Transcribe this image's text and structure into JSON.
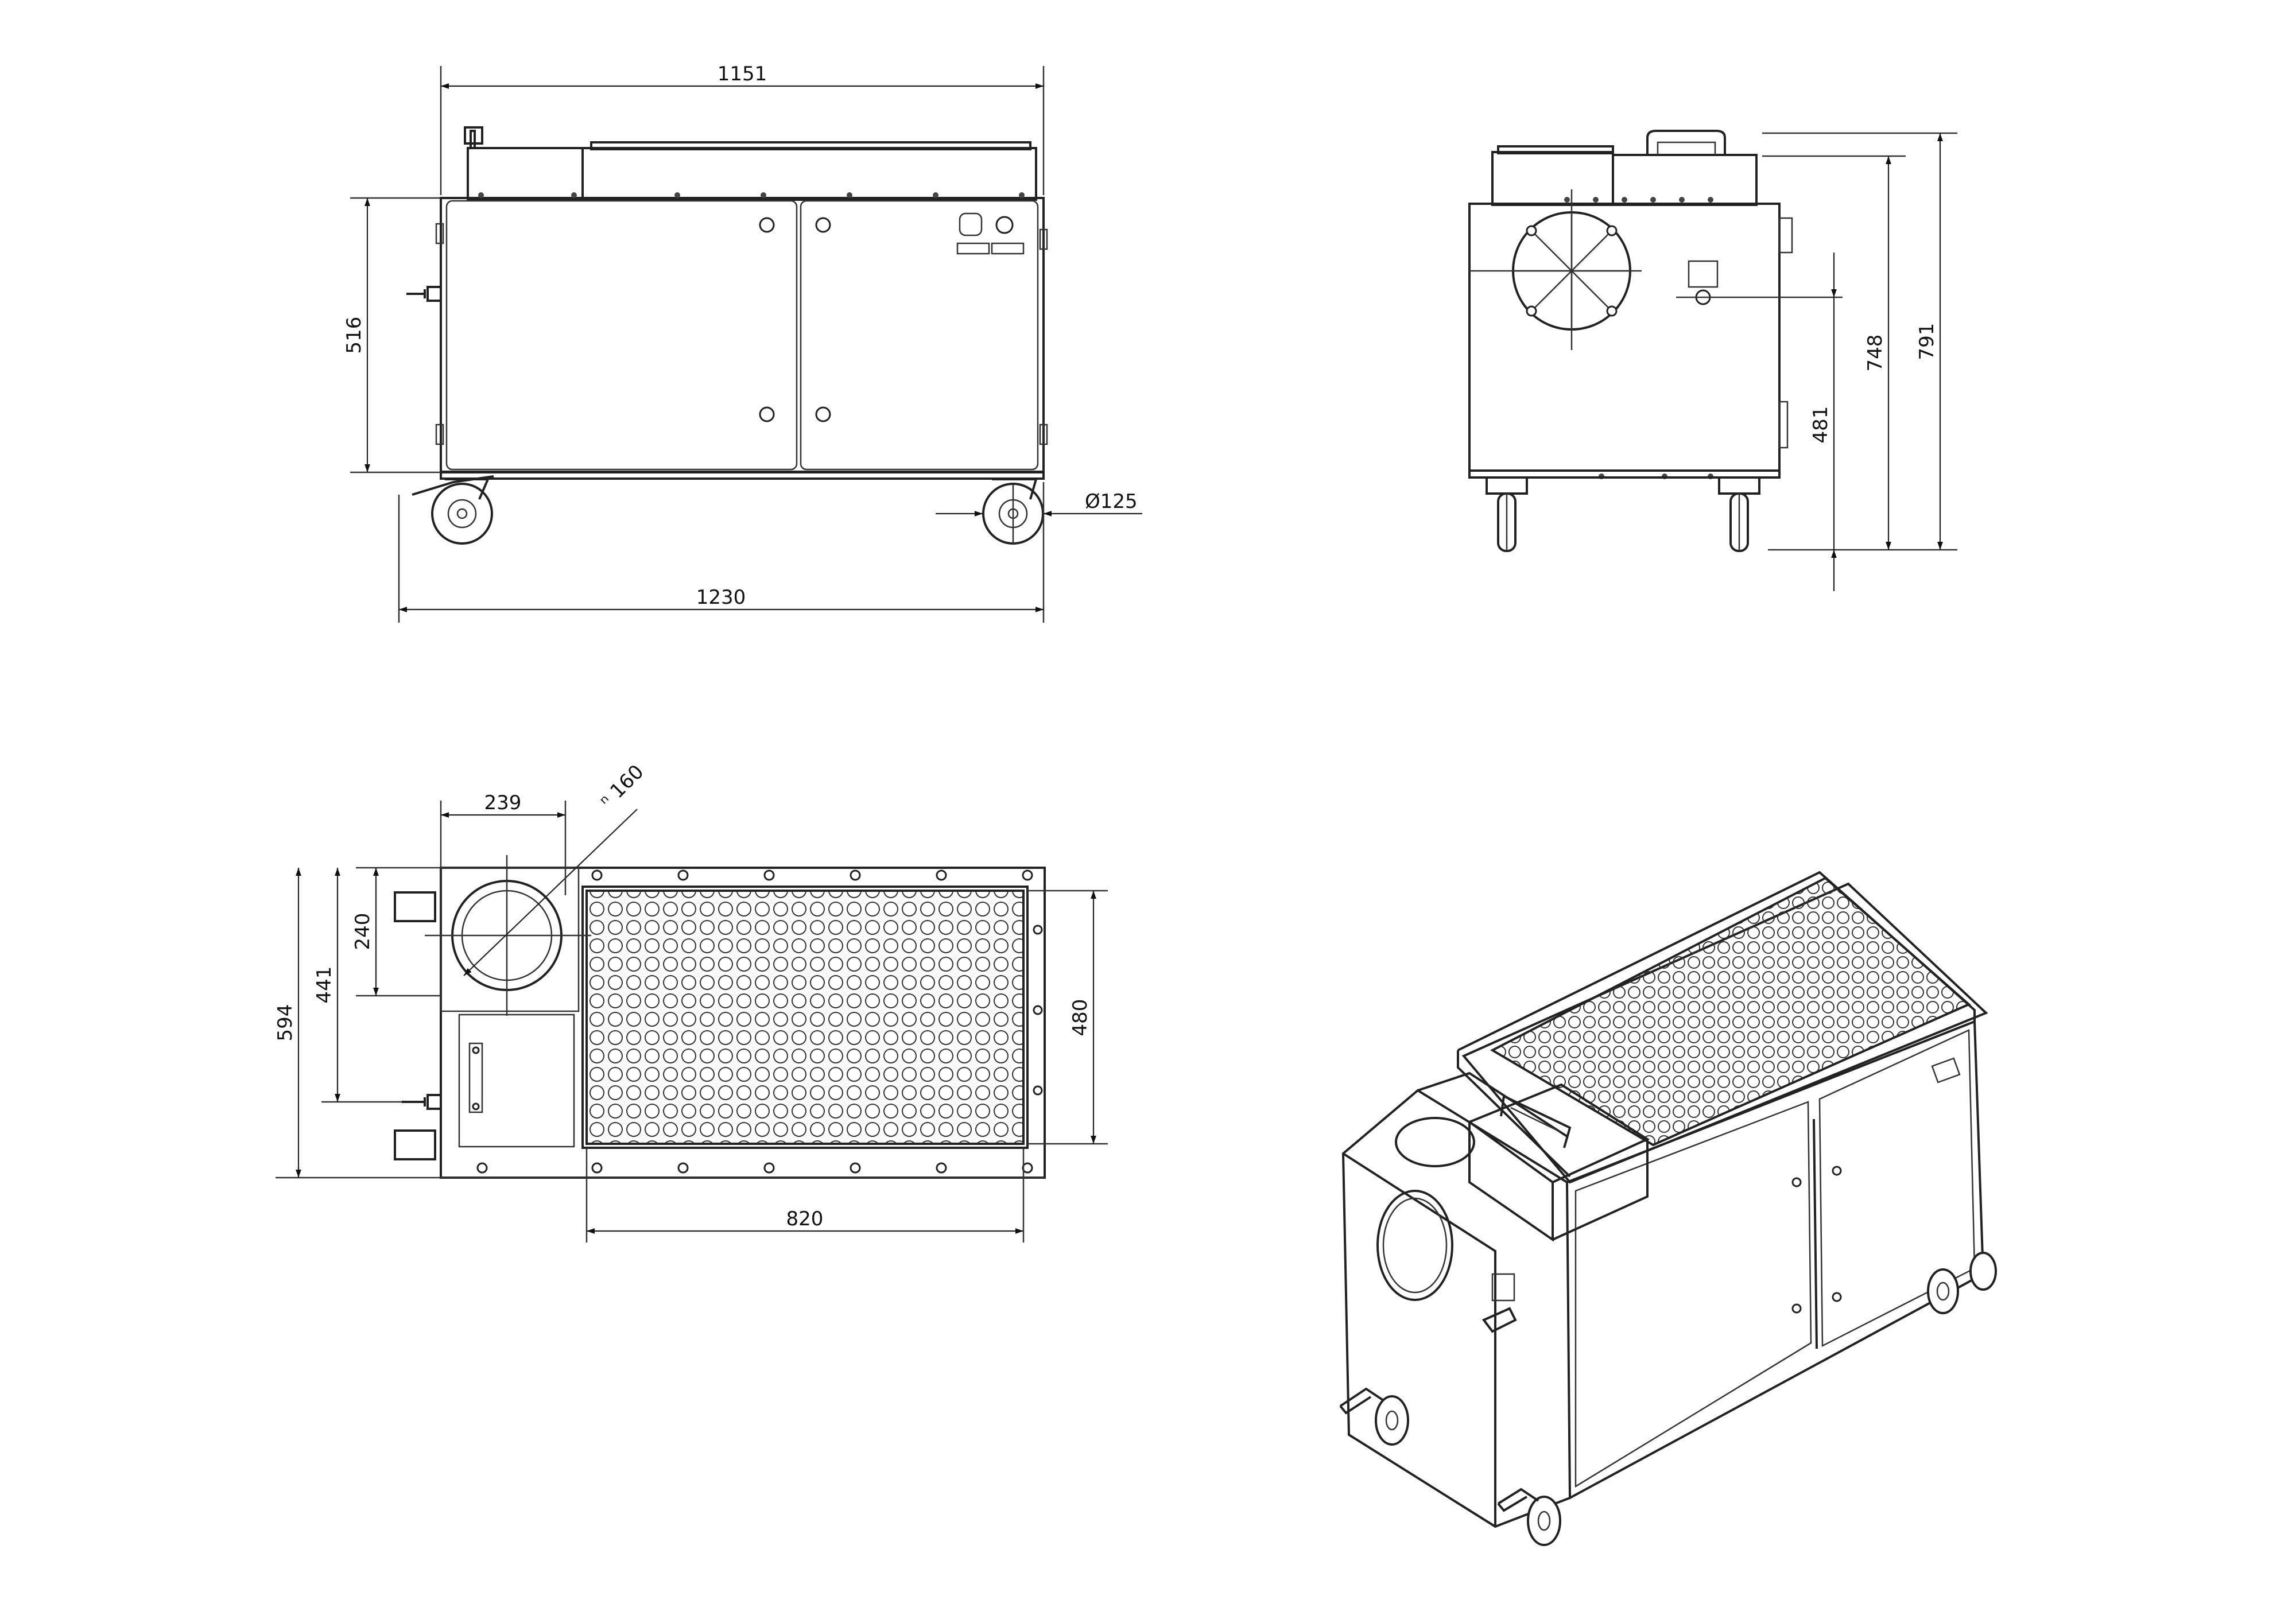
{
  "views": {
    "front": {
      "width_top": "1151",
      "height_body": "516",
      "wheel_diameter": "Ø125",
      "width_total": "1230"
    },
    "side": {
      "height_481": "481",
      "height_748": "748",
      "height_791": "791"
    },
    "top": {
      "width_239": "239",
      "diameter_160": "ⁿ 160",
      "height_240": "240",
      "height_441": "441",
      "height_594": "594",
      "height_480": "480",
      "width_820": "820"
    }
  },
  "colors": {
    "line": "#222222",
    "background": "#ffffff"
  }
}
